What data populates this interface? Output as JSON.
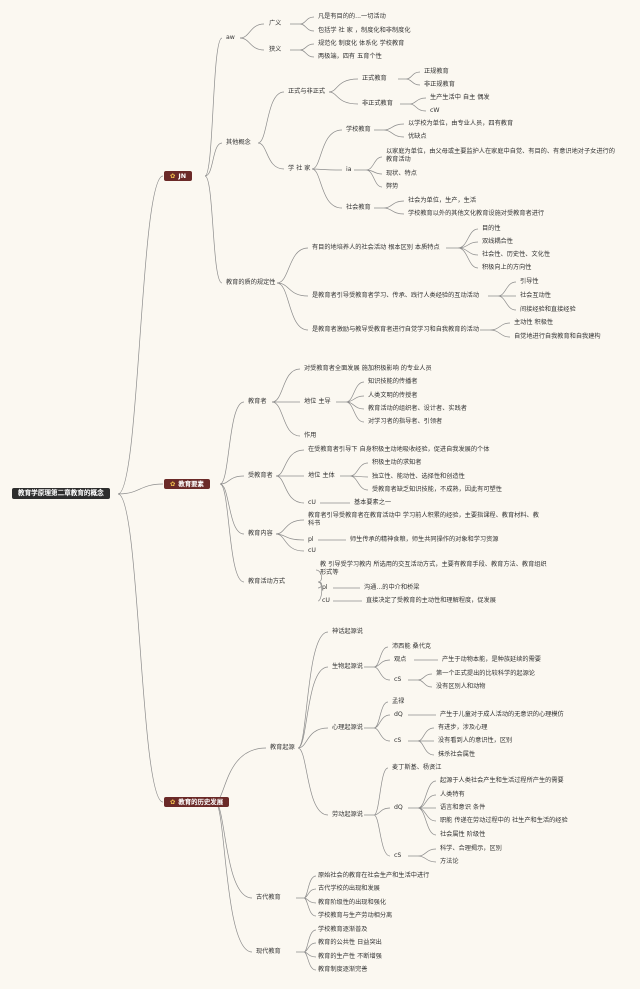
{
  "root": "教育学原理第二章教育的概念",
  "topics": {
    "t1": "JN",
    "t2": "教育要素",
    "t3": "教育的历史发展"
  },
  "s1": {
    "aw": "aw",
    "guangyi": "广义",
    "g1": "凡是有目的的...一切活动",
    "g2": "包括学 社 家 ，制度化和非制度化",
    "xiayi": "狭义",
    "x1": "规范化 制度化 体系化 学校教育",
    "x2": "两极端，四有 五育个性",
    "qita": "其他概念",
    "zheng_fei": "正式与非正式",
    "zhengshi": "正式教育",
    "zs1": "正规教育",
    "zs2": "非正规教育",
    "feizhengshi": "非正式教育",
    "fz1": "生产生活中 自主 偶发",
    "fz2": "cW",
    "xueshejia": "学 社 家",
    "xuexiao": "学校教育",
    "xx1": "以学校为单位，由专业人员，四有教育",
    "xx2": "优缺点",
    "ia": "ia",
    "ia1": "以家庭为单位，由父母或主要监护人在家庭中自觉、有目的、有意识地对子女进行的教育活动",
    "ia2": "现状、特点",
    "ia3": "弊势",
    "shehui": "社会教育",
    "sh1": "社会为单位，生产，生活",
    "sh2": "学校教育以外的其他文化教育设施对受教育者进行",
    "guiding": "教育的质的规定性",
    "q1": "有目的地培养人的社会活动 根本区别 本质特点",
    "q1a": "目的性",
    "q1b": "双线耦合性",
    "q1c": "社会性、历史性、文化性",
    "q1d": "积极向上的方向性",
    "q2": "是教育者引导受教育者学习、传承、践行人类经验的互动活动",
    "q2a": "引导性",
    "q2b": "社会互动性",
    "q2c": "间接经验和直接经验",
    "q3": "是教育者激励与教导受教育者进行自觉学习和自我教育的活动",
    "q3a": "主动性 积极性",
    "q3b": "自觉地进行自我教育和自我建构"
  },
  "s2": {
    "jiaoyuzhe": "教育者",
    "j1": "对受教育者全面发展 施加积极影响 的专业人员",
    "diwei": "地位 主导",
    "d1": "知识技能的传播者",
    "d2": "人类文明的传授者",
    "d3": "教育活动的组织者、设计者、实践者",
    "d4": "对学习者的指导者、引领者",
    "zuoyong": "作用",
    "shoujiaoyuzhe": "受教育者",
    "s1": "在受教育者引导下 自身积极主动地吸收经验，促进自我发展的个体",
    "dw2": "地位 主体",
    "dw2a": "积极主动的求知者",
    "dw2b": "独立性、能动性、选择性和创造性",
    "dw2c": "受教育者缺乏知识技能，不成熟，因此有可塑性",
    "cu": "cU",
    "cu_text": "基本要素之一",
    "neirong": "教育内容",
    "n1": "教育者引导受教育者在教育活动中 学习前人积累的经验，主要指课程、教育材料、教科书",
    "pl": "pl",
    "pl_text": "师生传承的精神食粮，师生共同操作的对象和学习资源",
    "cu2": "cU",
    "fangshi": "教育活动方式",
    "f1": "教 引导受学习教内 所选用的交互活动方式，主要有教育手段、教育方法、教育组织形式等",
    "pl2": "pl",
    "pl2_text": "沟通...的中介和桥梁",
    "cu3": "cU",
    "cu3_text": "直接决定了受教育的主动性和理解程度，促发展"
  },
  "s3": {
    "qiyuan": "教育起源",
    "shenhua": "神话起源说",
    "shengwu": "生物起源说",
    "sw1": "沛西能 桑代克",
    "guandian": "观点",
    "sw2": "产生于动物本能，是种族延续的需要",
    "cs1": "cS",
    "sw3": "第一个正式提出的比较科学的起源论",
    "sw4": "没有区别人和动物",
    "xinli": "心理起源说",
    "xl1": "孟禄",
    "dq1": "dQ",
    "xl2": "产生于儿童对于成人活动的无意识的心理模仿",
    "cs2": "cS",
    "xl3": "有进步，涉及心理",
    "xl4": "没有看到人的意识性，区别",
    "xl5": "抹杀社会属性",
    "laodong": "劳动起源说",
    "ld1": "麦丁斯基、杨贤江",
    "dq2": "dQ",
    "ld2": "起源于人类社会产生和生活过程所产生的需要",
    "ld3": "人类特有",
    "ld4": "语言和意识 条件",
    "ld5": "职能 传递在劳动过程中的 社生产和生活的经验",
    "ld6": "社会属性 阶级性",
    "cs3": "cS",
    "ld7": "科学、合理揭示，区别",
    "ld8": "方法论",
    "gudai": "古代教育",
    "gd1": "原始社会的教育在社会生产和生活中进行",
    "gd2": "古代学校的出现和发展",
    "gd3": "教育阶级性的出现和强化",
    "gd4": "学校教育与生产劳动相分离",
    "xiandai": "现代教育",
    "xd1": "学校教育逐渐普及",
    "xd2": "教育的公共性 日益突出",
    "xd3": "教育的生产性 不断增强",
    "xd4": "教育制度逐渐完善"
  },
  "colors": {
    "background": "#fbf8f1",
    "topic": "#6b2a28",
    "root": "#2d2d2d",
    "line": "#8c8c8c",
    "icon": "#f2c14e"
  },
  "icons": {
    "topic_icon": "flower-icon"
  }
}
